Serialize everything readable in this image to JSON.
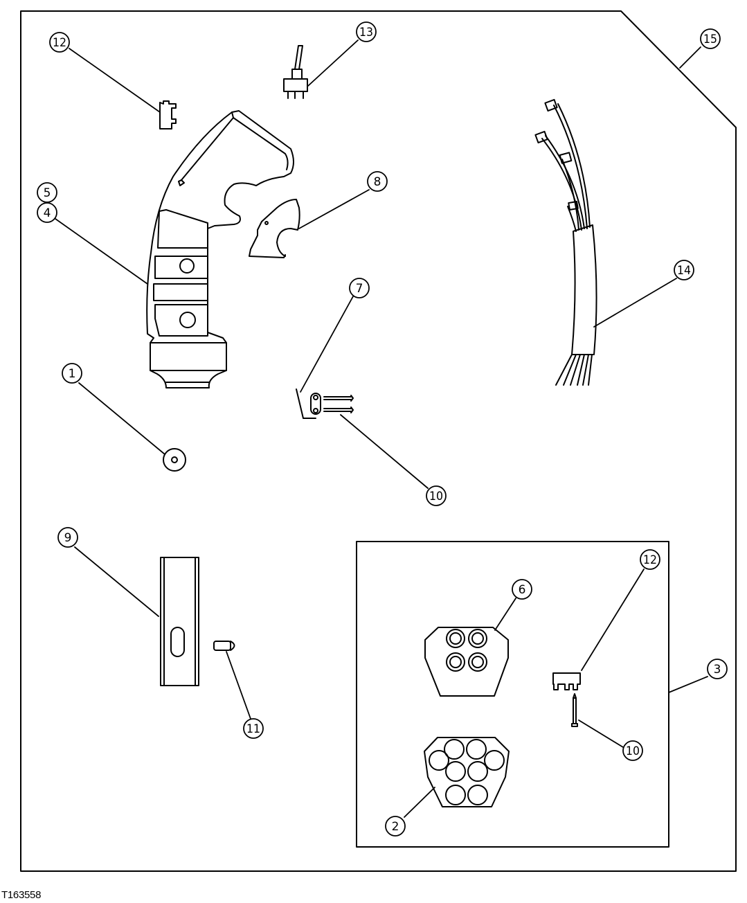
{
  "figure_id": "T163558",
  "callouts": {
    "c1": "1",
    "c2": "2",
    "c3": "3",
    "c4": "4",
    "c5": "5",
    "c6": "6",
    "c7": "7",
    "c8": "8",
    "c9": "9",
    "c10a": "10",
    "c10b": "10",
    "c11": "11",
    "c12a": "12",
    "c12b": "12",
    "c13": "13",
    "c14": "14",
    "c15": "15"
  }
}
